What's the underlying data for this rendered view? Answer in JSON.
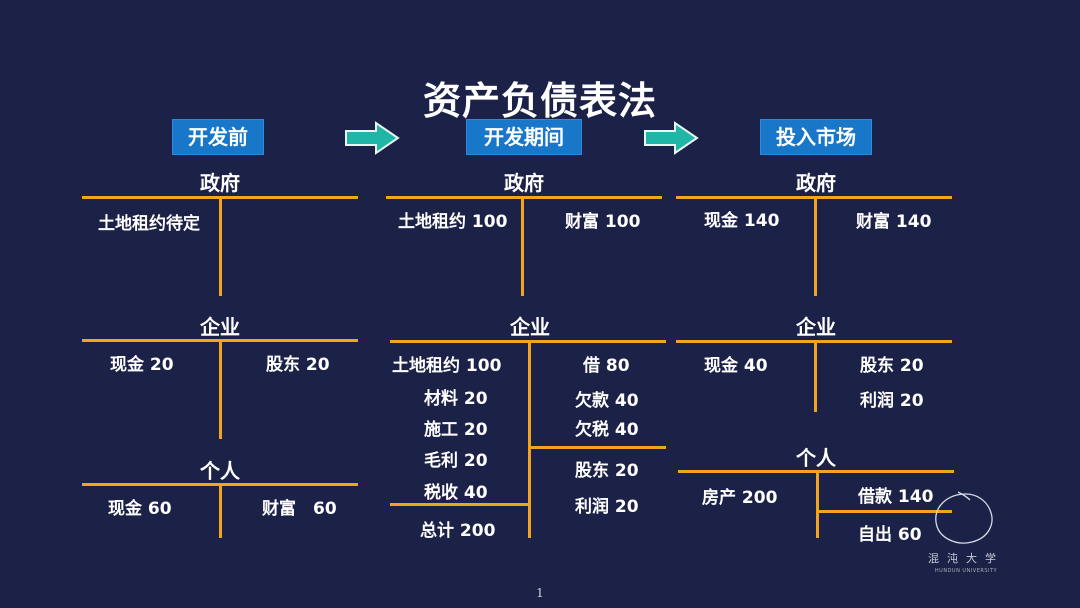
{
  "title": "资产负债表法",
  "stages": [
    "开发前",
    "开发期间",
    "投入市场"
  ],
  "columns": [
    {
      "sections": [
        {
          "heading": "政府",
          "left": [
            "土地租约待定"
          ],
          "right": []
        },
        {
          "heading": "企业",
          "left": [
            "现金 20"
          ],
          "right": [
            "股东 20"
          ]
        },
        {
          "heading": "个人",
          "left": [
            "现金 60"
          ],
          "right": [
            "财富　60"
          ]
        }
      ]
    },
    {
      "sections": [
        {
          "heading": "政府",
          "left": [
            "土地租约 100"
          ],
          "right": [
            "财富 100"
          ]
        },
        {
          "heading": "企业",
          "left": [
            "土地租约 100",
            "材料 20",
            "施工 20",
            "毛利 20",
            "税收 40",
            "总计 200"
          ],
          "right": [
            "借 80",
            "欠款 40",
            "欠税 40",
            "股东 20",
            "利润 20"
          ]
        }
      ]
    },
    {
      "sections": [
        {
          "heading": "政府",
          "left": [
            "现金 140"
          ],
          "right": [
            "财富 140"
          ]
        },
        {
          "heading": "企业",
          "left": [
            "现金 40"
          ],
          "right": [
            "股东 20",
            "利润 20"
          ]
        },
        {
          "heading": "个人",
          "left": [
            "房产 200"
          ],
          "right": [
            "借款 140",
            "自出 60"
          ]
        }
      ]
    }
  ],
  "page_number": "1",
  "logo": {
    "name": "混沌大学",
    "subtitle": "HUNDUN UNIVERSITY"
  },
  "colors": {
    "background": "#1c2147",
    "accent_line": "#f0a51c",
    "stage_box": "#1877c9",
    "arrow": "#1fb6a8"
  }
}
